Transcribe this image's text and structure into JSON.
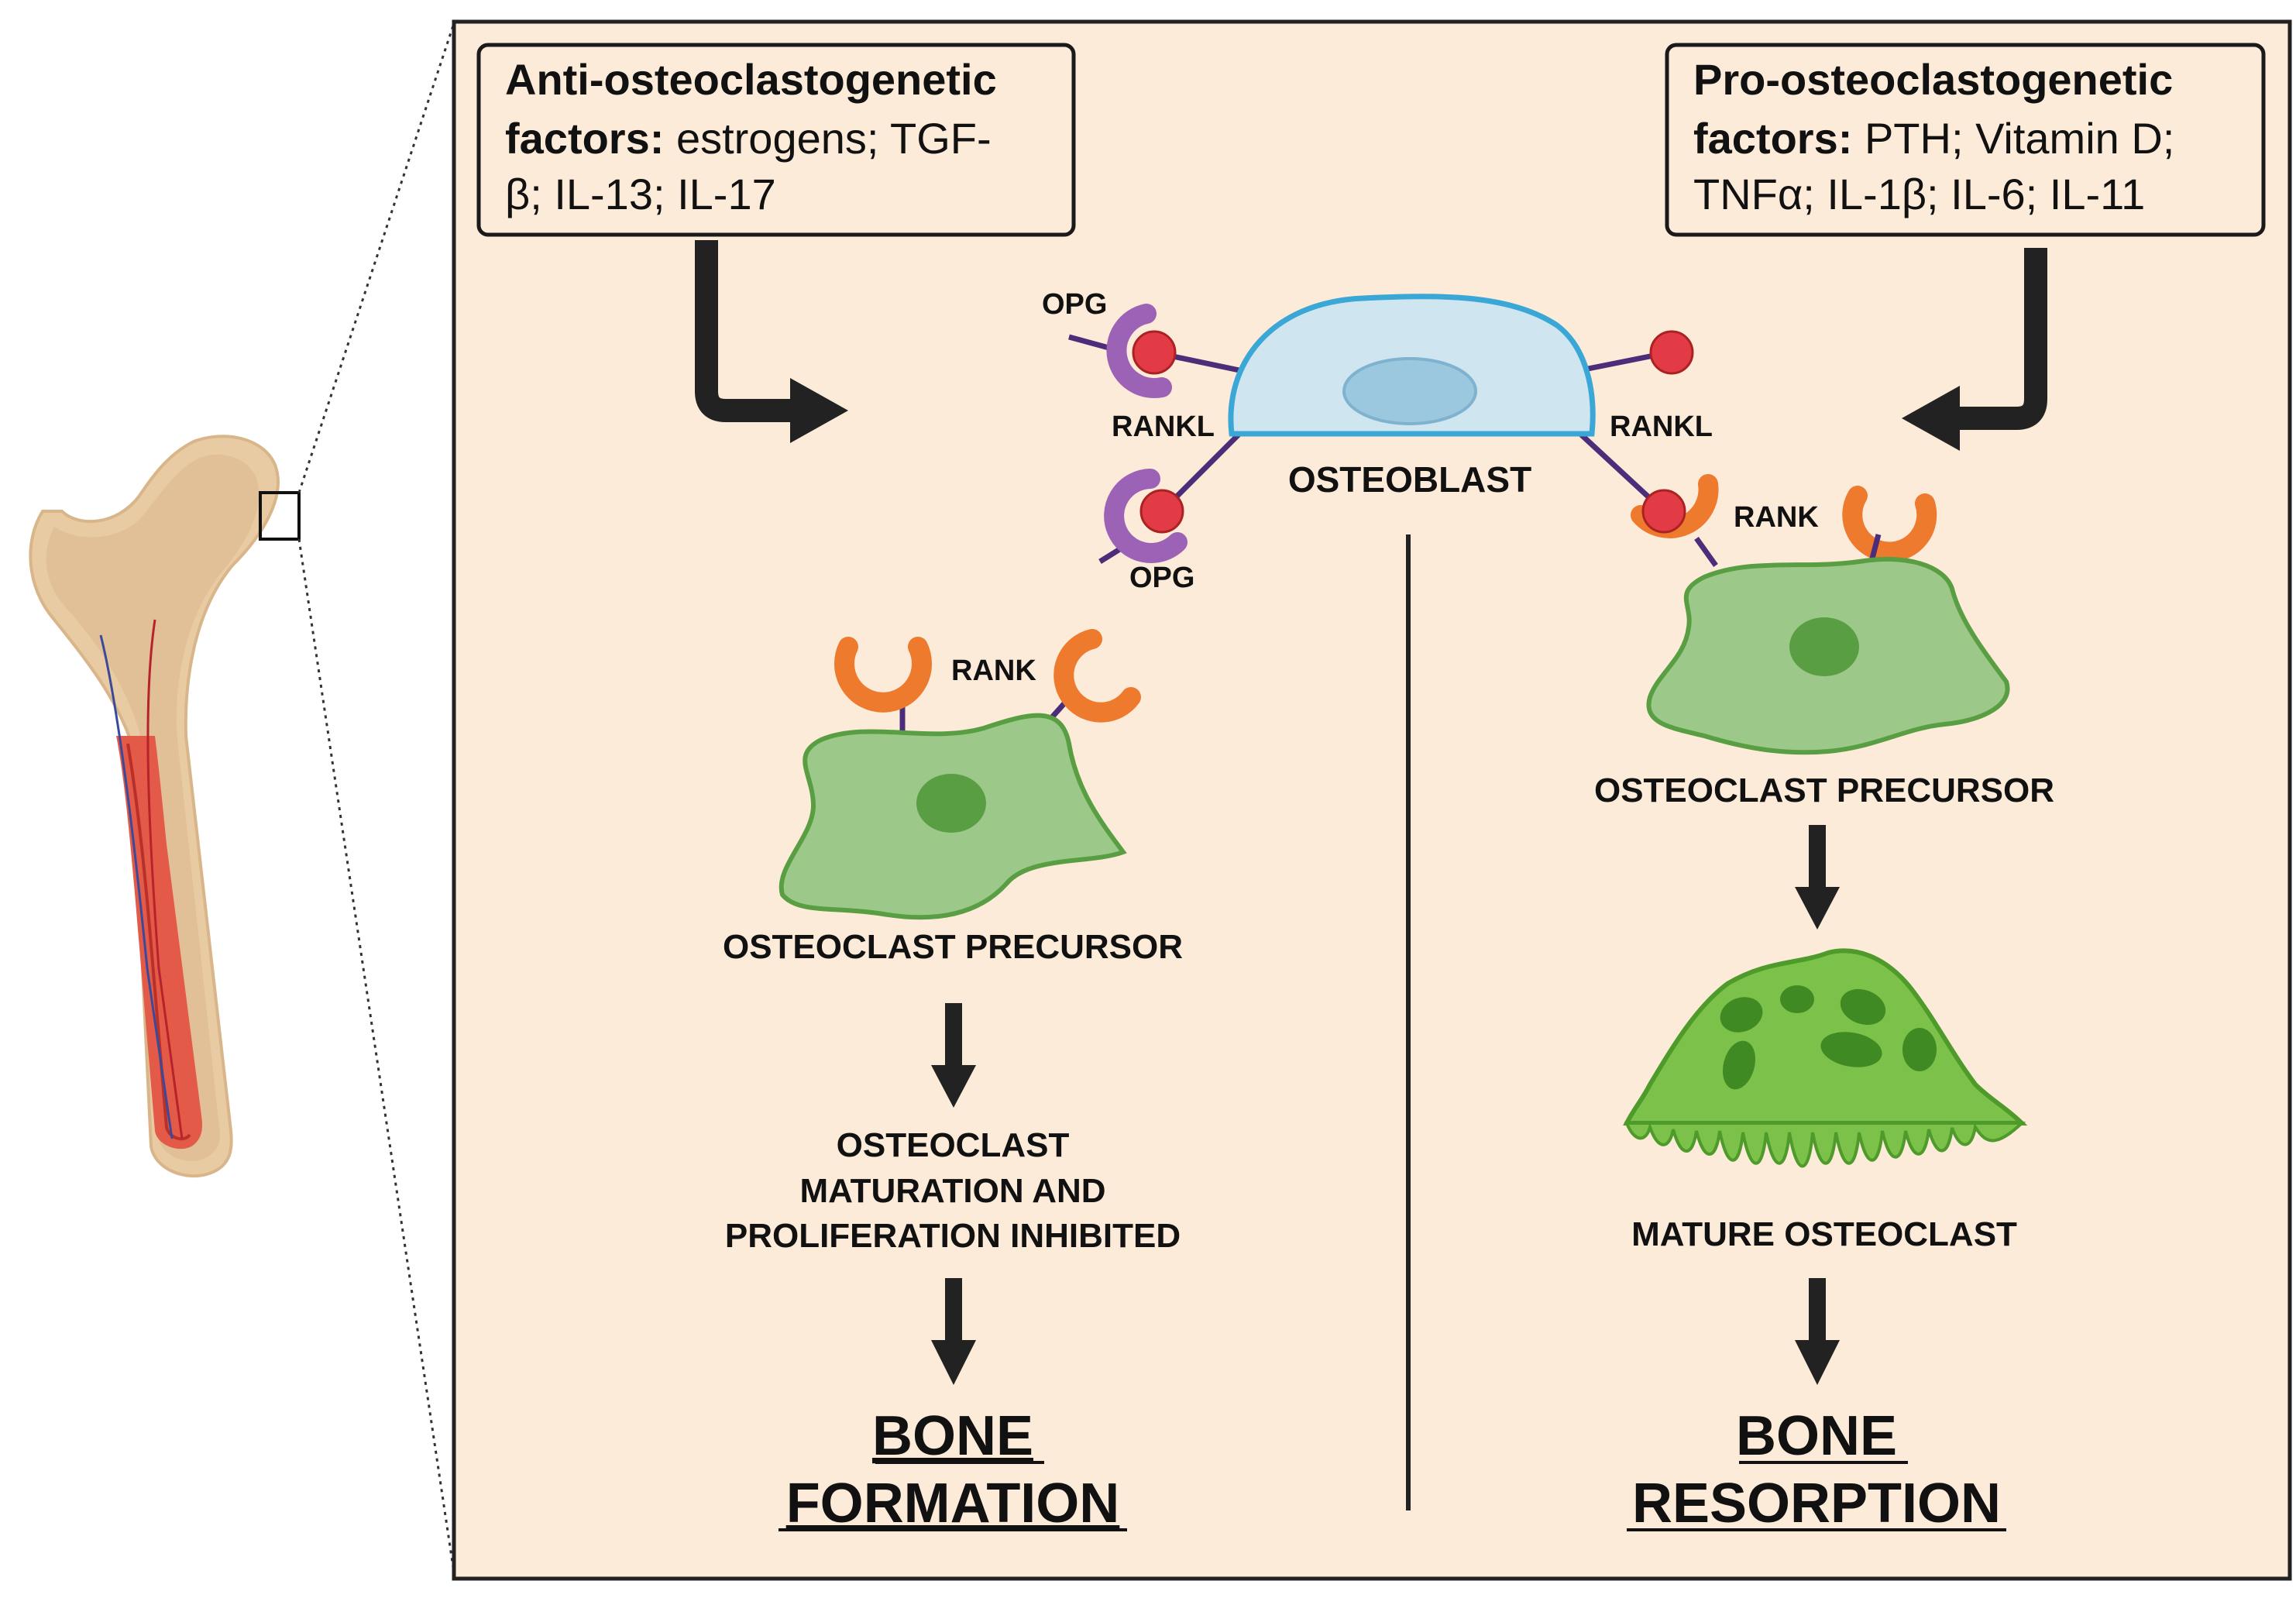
{
  "anti_box": {
    "bold": "Anti-osteoclastogenetic",
    "bold2": "factors:",
    "rest1": " estrogens; TGF-",
    "line3": "β; IL-13; IL-17"
  },
  "pro_box": {
    "bold": "Pro-osteoclastogenetic",
    "bold2": "factors:",
    "rest1": " PTH; Vitamin D;",
    "line3": "TNFα; IL-1β; IL-6; IL-11"
  },
  "labels": {
    "opg": "OPG",
    "rankl": "RANKL",
    "rank": "RANK",
    "osteoblast": "OSTEOBLAST",
    "osteoclast_precursor": "OSTEOCLAST PRECURSOR",
    "inhibited_1": "OSTEOCLAST",
    "inhibited_2": "MATURATION AND",
    "inhibited_3": "PROLIFERATION INHIBITED",
    "mature_osteoclast": "MATURE OSTEOCLAST"
  },
  "outcomes": {
    "left_1": "BONE",
    "left_2": "FORMATION",
    "right_1": "BONE",
    "right_2": "RESORPTION"
  },
  "colors": {
    "panel_bg": "#fdebd9",
    "bone": "#e8c9a0",
    "marrow": "#e64b3c",
    "osteoblast_fill": "#cfe6f0",
    "osteoblast_stroke": "#3aa7d6",
    "precursor_fill": "#9cc98a",
    "precursor_stroke": "#5a9e44",
    "mature_fill": "#7cc24a",
    "rank": "#ee7a2e",
    "opg": "#9b62b5",
    "rankl_ball": "#e33b45",
    "stalk": "#4b2d7a"
  },
  "icons": [
    "femur-icon",
    "osteoblast-cell-icon",
    "osteoclast-precursor-icon",
    "mature-osteoclast-icon",
    "rank-receptor-icon",
    "opg-decoy-icon",
    "rankl-ligand-icon",
    "down-arrow-icon"
  ]
}
